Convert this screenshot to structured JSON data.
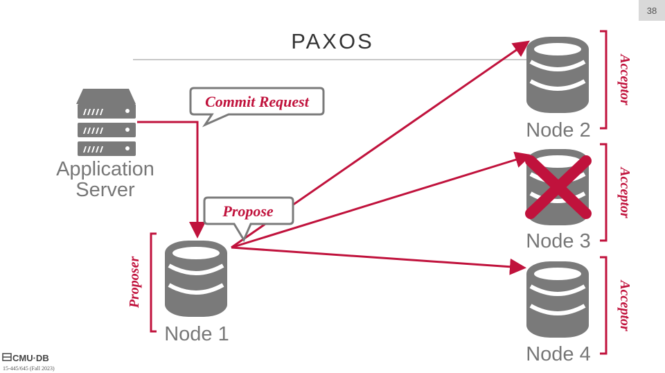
{
  "slide": {
    "title": "PAXOS",
    "page_number": "38",
    "footer_logo": "CMU·DB",
    "footer_course": "15-445/645 (Fall 2023)"
  },
  "app_server": {
    "line1": "Application",
    "line2": "Server"
  },
  "callouts": {
    "commit": "Commit Request",
    "propose": "Propose"
  },
  "nodes": [
    {
      "label": "Node 1",
      "role": "Proposer",
      "failed": false
    },
    {
      "label": "Node 2",
      "role": "Acceptor",
      "failed": false
    },
    {
      "label": "Node 3",
      "role": "Acceptor",
      "failed": true
    },
    {
      "label": "Node 4",
      "role": "Acceptor",
      "failed": false
    }
  ],
  "colors": {
    "accent": "#c0123c",
    "database": "#7a7a7a",
    "text": "#777777",
    "title": "#333333"
  }
}
